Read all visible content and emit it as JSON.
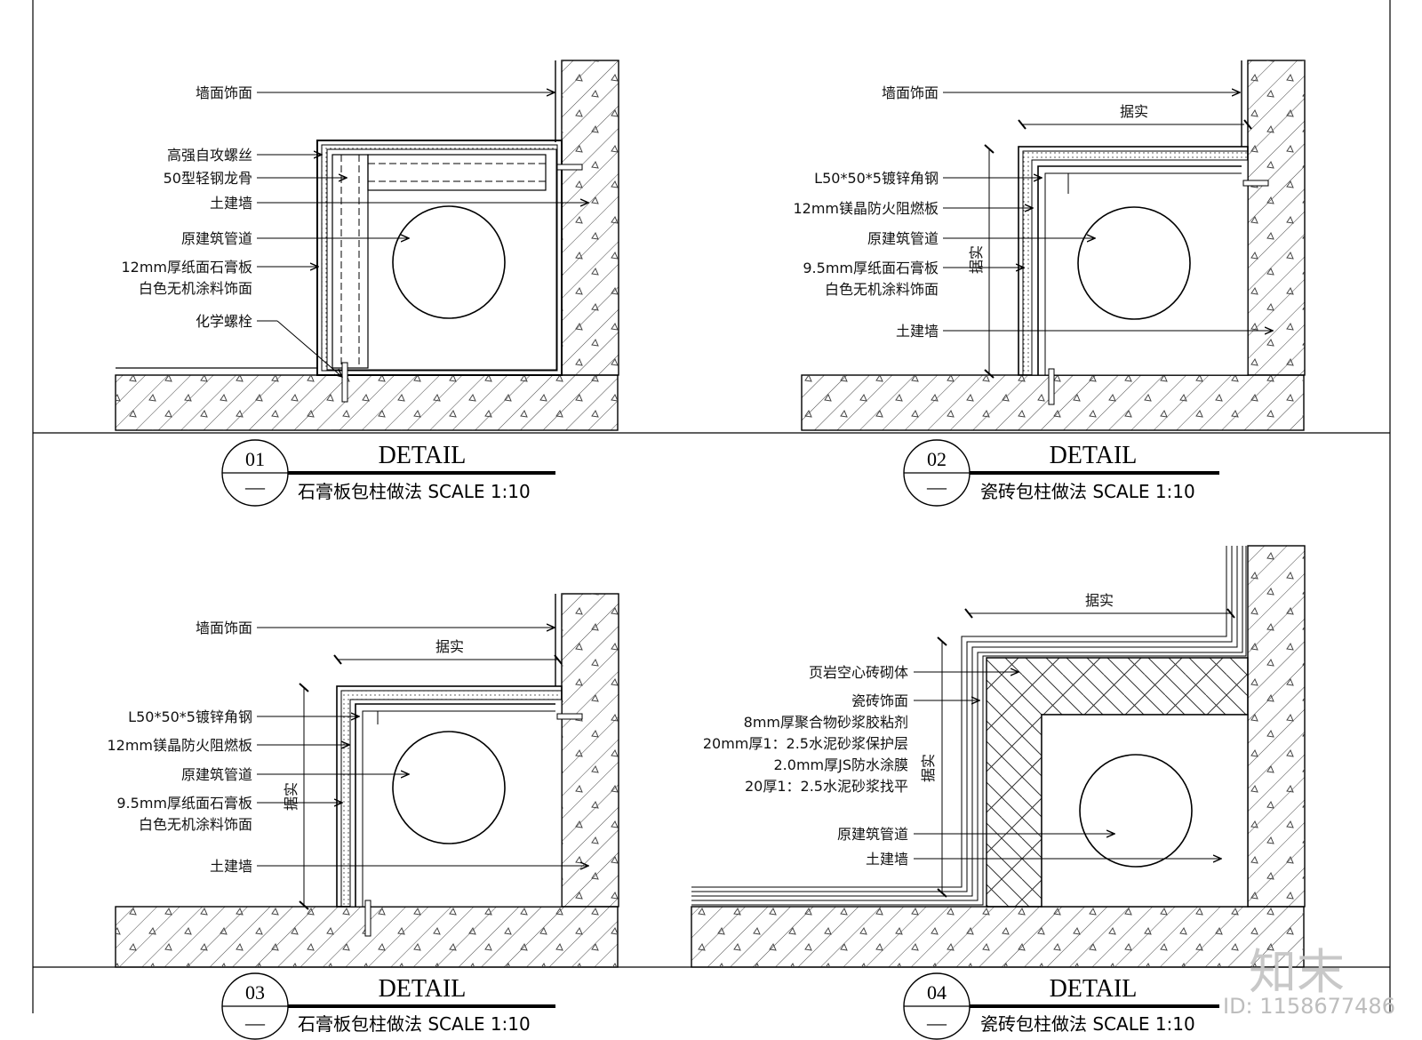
{
  "details": [
    {
      "number": "01",
      "sub_mark": "—",
      "heading": "DETAIL",
      "subtitle": "石膏板包柱做法 SCALE 1:10",
      "dimension": "",
      "labels": [
        "墙面饰面",
        "高强自攻螺丝",
        "50型轻钢龙骨",
        "土建墙",
        "原建筑管道",
        "12mm厚纸面石膏板",
        "白色无机涂料饰面",
        "化学螺栓"
      ]
    },
    {
      "number": "02",
      "sub_mark": "—",
      "heading": "DETAIL",
      "subtitle": "瓷砖包柱做法 SCALE 1:10",
      "dimension": "据实",
      "labels": [
        "墙面饰面",
        "L50*50*5镀锌角钢",
        "12mm镁晶防火阻燃板",
        "原建筑管道",
        "9.5mm厚纸面石膏板",
        "白色无机涂料饰面",
        "土建墙"
      ]
    },
    {
      "number": "03",
      "sub_mark": "—",
      "heading": "DETAIL",
      "subtitle": "石膏板包柱做法 SCALE 1:10",
      "dimension": "据实",
      "labels": [
        "墙面饰面",
        "L50*50*5镀锌角钢",
        "12mm镁晶防火阻燃板",
        "原建筑管道",
        "9.5mm厚纸面石膏板",
        "白色无机涂料饰面",
        "土建墙"
      ]
    },
    {
      "number": "04",
      "sub_mark": "—",
      "heading": "DETAIL",
      "subtitle": "瓷砖包柱做法 SCALE 1:10",
      "dimension": "据实",
      "labels": [
        "页岩空心砖砌体",
        "瓷砖饰面",
        "8mm厚聚合物砂浆胶粘剂",
        "20mm厚1：2.5水泥砂浆保护层",
        "2.0mm厚JS防水涂膜",
        "20厚1：2.5水泥砂浆找平",
        "原建筑管道",
        "土建墙"
      ]
    }
  ],
  "watermark": {
    "logo": "知末",
    "id": "ID: 1158677486"
  },
  "colors": {
    "line": "#000000",
    "hatch": "#333333",
    "watermark": "#c8c8c8"
  }
}
